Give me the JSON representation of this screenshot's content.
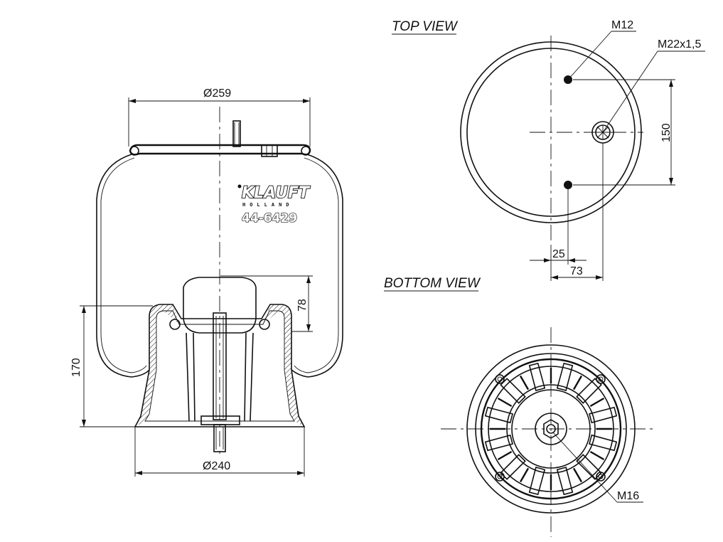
{
  "views": {
    "top_title": "TOP VIEW",
    "bottom_title": "BOTTOM VIEW"
  },
  "brand": {
    "name": "KLAUFT",
    "sub": "HOLLAND",
    "part_number": "44-6429"
  },
  "dimensions": {
    "top_diameter": "Ø259",
    "bottom_diameter": "Ø240",
    "height": "170",
    "piston_height": "78",
    "stud_spacing": "150",
    "offset_small": "25",
    "offset_large": "73",
    "thread_stud": "M12",
    "thread_air": "M22x1,5",
    "thread_bottom": "M16"
  },
  "colors": {
    "line": "#111111",
    "background": "#ffffff"
  }
}
